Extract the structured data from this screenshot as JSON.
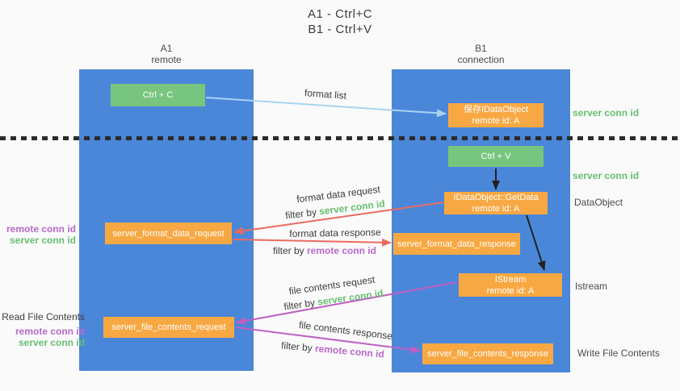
{
  "title": {
    "line1": "A1 - Ctrl+C",
    "line2": "B1 - Ctrl+V"
  },
  "lanes": {
    "left": {
      "header1": "A1",
      "header2": "remote"
    },
    "right": {
      "header1": "B1",
      "header2": "connection"
    }
  },
  "boxes": {
    "ctrl_c": {
      "label": "Ctrl + C"
    },
    "ctrl_v": {
      "label": "Ctrl + V"
    },
    "save": {
      "line1": "保存IDataObject",
      "line2": "remote id: A"
    },
    "getdata": {
      "line1": "IDataObject::GetData",
      "line2": "remote id: A"
    },
    "istream": {
      "line1": "IStream",
      "line2": "remote id: A"
    },
    "format_request": {
      "label": "server_format_data_request"
    },
    "format_response": {
      "label": "server_format_data_response"
    },
    "file_request": {
      "label": "server_file_contents_request"
    },
    "file_response": {
      "label": "server_file_contents_response"
    }
  },
  "flow": {
    "format_list": "format list",
    "format_data_request": "format data request",
    "format_data_response": "format data response",
    "file_contents_request": "file contents request",
    "file_contents_response": "file contents response",
    "filter_by": "filter by ",
    "server_conn_id": "server conn id",
    "remote_conn_id": "remote conn id"
  },
  "side_left": {
    "top": {
      "remote": "remote conn id",
      "server": "server conn id"
    },
    "read_file_contents": "Read File Contents",
    "bottom": {
      "remote": "remote conn id",
      "server": "server conn id"
    }
  },
  "side_right": {
    "server_conn_id_top": "server conn id",
    "server_conn_id_mid": "server conn id",
    "dataobject": "DataObject",
    "istream": "Istream",
    "write_file_contents": "Write File Contents"
  },
  "colors": {
    "lane_blue": "#4B87D9",
    "box_orange": "#F8A843",
    "box_green": "#78C57F",
    "arrow_blue": "#A8D4F2",
    "arrow_red": "#EC6A5F",
    "arrow_purple": "#C05FC4",
    "arrow_black": "#222222",
    "text_green": "#66BF6E",
    "text_purple": "#B869C9",
    "dot_color": "#2B2B2B"
  }
}
